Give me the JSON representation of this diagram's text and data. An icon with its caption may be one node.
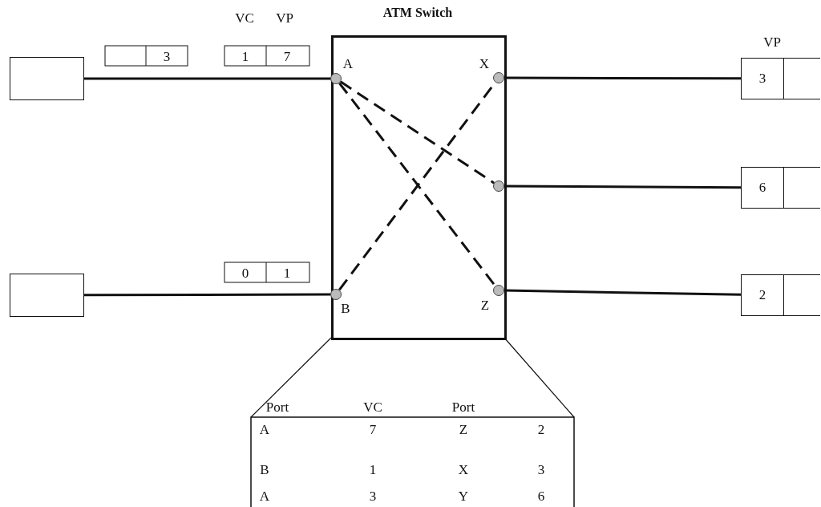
{
  "diagram": {
    "nodes": [
      {
        "text": [
          "ATM Switch"
        ]
      },
      {
        "text": [],
        "shape": "box"
      },
      {
        "text": [],
        "shape": "box"
      },
      {
        "text": [
          "A"
        ],
        "in": 0
      },
      {
        "text": [
          "X"
        ],
        "in": 0
      },
      {
        "text": [],
        "shape": "circle",
        "in": 0
      },
      {
        "text": [
          "B"
        ],
        "in": 0
      },
      {
        "text": [
          "Z"
        ],
        "in": 0
      },
      {
        "text": [
          "3"
        ]
      },
      {
        "text": [
          "6"
        ]
      },
      {
        "text": [
          "2"
        ]
      }
    ],
    "edges": [
      {
        "from": 1,
        "to": 3,
        "arrow": "none"
      },
      {
        "from": 2,
        "to": 6,
        "arrow": "none"
      },
      {
        "from": 4,
        "to": 8,
        "arrow": "none"
      },
      {
        "from": 5,
        "to": 9,
        "arrow": "none"
      },
      {
        "from": 7,
        "to": 10,
        "arrow": "none"
      },
      {
        "from": 3,
        "to": 5,
        "arrow": "none",
        "style": "dashed"
      },
      {
        "from": 3,
        "to": 7,
        "arrow": "none",
        "style": "dashed"
      },
      {
        "from": 6,
        "to": 4,
        "arrow": "none",
        "style": "dashed"
      }
    ],
    "labels": [
      "VC",
      "VP",
      "VP",
      "3",
      "1",
      "7",
      "0",
      "1",
      "Port",
      "VC",
      "Port",
      "A",
      "7",
      "Z",
      "2",
      "B",
      "1",
      "X",
      "3",
      "A",
      "3",
      "Y",
      "6"
    ]
  }
}
